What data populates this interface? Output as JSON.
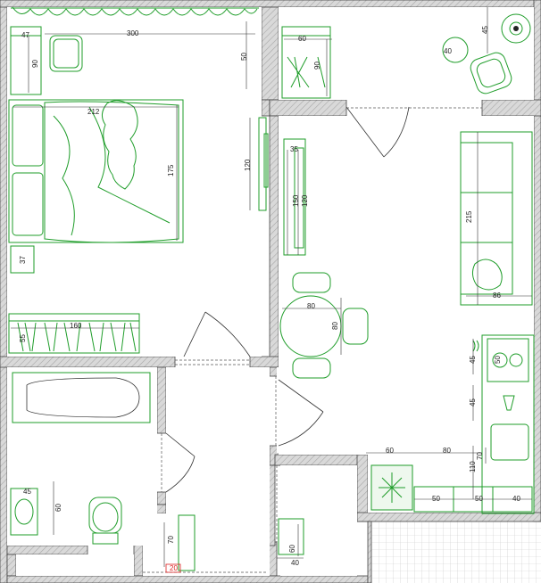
{
  "colors": {
    "furniture": "#1f9d2a",
    "wall": "#cfcfcf",
    "hatch": "#a8a8a8",
    "dimension": "#222222",
    "highlight": "#d22222",
    "grid": "#c9c9c9"
  },
  "dimensions": {
    "d47": "47",
    "d300": "300",
    "d90a": "90",
    "d50": "50",
    "d60a": "60",
    "d90b": "90",
    "d45a": "45",
    "d40a": "40",
    "d212": "212",
    "d175": "175",
    "d120a": "120",
    "d35": "35",
    "d150": "150",
    "d120b": "120",
    "d215": "215",
    "d37": "37",
    "d86": "86",
    "d80a": "80",
    "d80b": "80",
    "d160": "160",
    "d55": "55",
    "d45b": "45",
    "d50b": "50",
    "d45c": "45",
    "d60b": "60",
    "d80c": "80",
    "d110": "110",
    "d70a": "70",
    "d45d": "45",
    "d60c": "60",
    "d70b": "70",
    "d60d": "60",
    "d40b": "40",
    "d50c": "50",
    "d50d": "50",
    "d40c": "40",
    "d20": "20"
  }
}
